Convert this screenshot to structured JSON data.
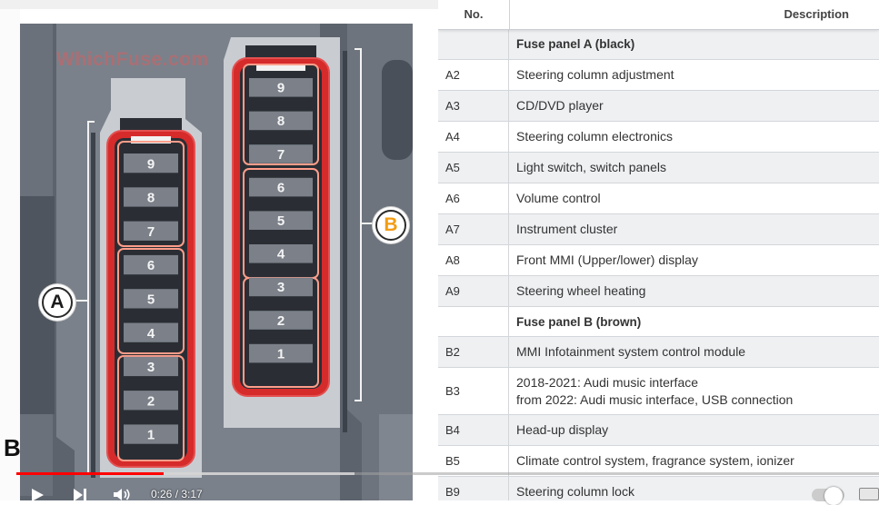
{
  "diagram": {
    "watermark": "WhichFuse.com",
    "callout_a": "A",
    "callout_b": "B",
    "panel_a_slots": [
      "9",
      "8",
      "7",
      "6",
      "5",
      "4",
      "3",
      "2",
      "1"
    ],
    "panel_b_slots": [
      "9",
      "8",
      "7",
      "6",
      "5",
      "4",
      "3",
      "2",
      "1"
    ],
    "fuse_red": "#d62b2b"
  },
  "table": {
    "col_no": "No.",
    "col_desc": "Description",
    "rows": [
      {
        "no": "",
        "desc": "Fuse panel A (black)",
        "section": true
      },
      {
        "no": "A2",
        "desc": "Steering column adjustment"
      },
      {
        "no": "A3",
        "desc": "CD/DVD player"
      },
      {
        "no": "A4",
        "desc": "Steering column electronics"
      },
      {
        "no": "A5",
        "desc": "Light switch, switch panels"
      },
      {
        "no": "A6",
        "desc": "Volume control"
      },
      {
        "no": "A7",
        "desc": "Instrument cluster"
      },
      {
        "no": "A8",
        "desc": "Front MMI (Upper/lower) display"
      },
      {
        "no": "A9",
        "desc": "Steering wheel heating"
      },
      {
        "no": "",
        "desc": "Fuse panel B (brown)",
        "section": true
      },
      {
        "no": "B2",
        "desc": "MMI Infotainment system control module"
      },
      {
        "no": "B3",
        "desc": "2018-2021: Audi music interface",
        "desc2": "from 2022: Audi music interface, USB connection"
      },
      {
        "no": "B4",
        "desc": "Head-up display"
      },
      {
        "no": "B5",
        "desc": "Climate control system, fragrance system, ionizer"
      },
      {
        "no": "B9",
        "desc": "Steering column lock"
      }
    ]
  },
  "video": {
    "overlay_letter": "B",
    "time": "0:26 / 3:17",
    "progress": 0.171,
    "buffered": 0.392,
    "progress_color": "#ff0000"
  }
}
